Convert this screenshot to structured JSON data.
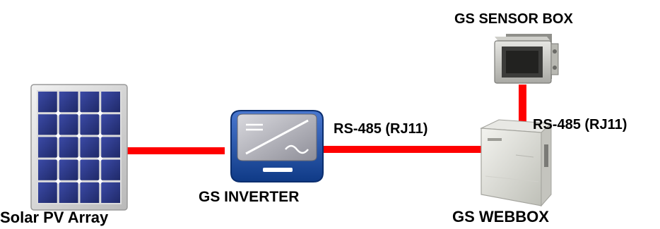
{
  "labels": {
    "sensor_box": "GS SENSOR BOX",
    "link_sensor_webbox": "RS-485 (RJ11)",
    "link_inverter_webbox": "RS-485 (RJ11)",
    "inverter": "GS INVERTER",
    "pv_array": "Solar PV Array",
    "webbox": "GS WEBBOX"
  },
  "colors": {
    "connection": "#ff0000",
    "inverter_body": "#1a4fa8",
    "panel_cells": "#2e3a8c",
    "device_body": "#dcdcd6"
  }
}
